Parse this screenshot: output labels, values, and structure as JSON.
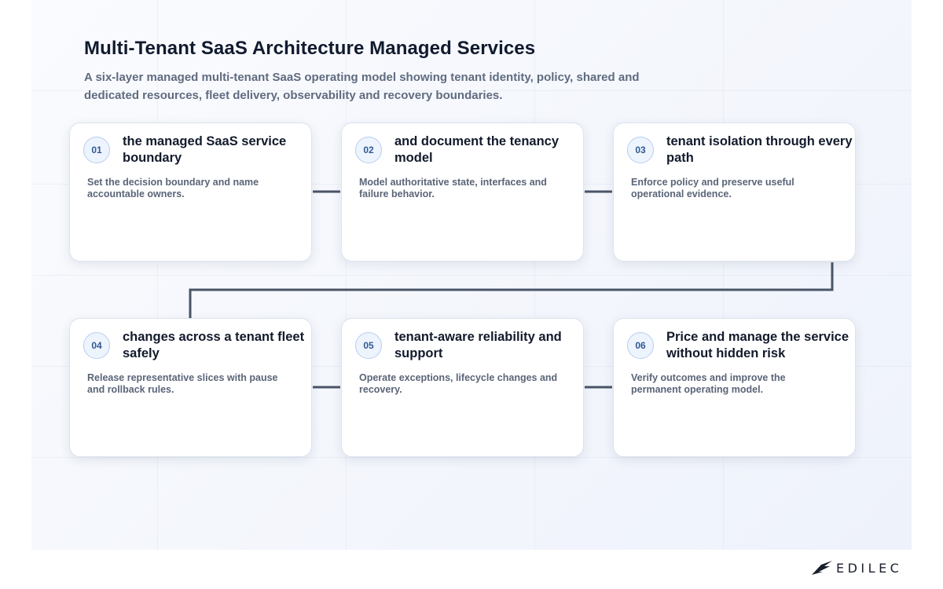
{
  "header": {
    "title": "Multi-Tenant SaaS Architecture Managed Services",
    "subtitle": "A six-layer managed multi-tenant SaaS operating model showing tenant identity, policy, shared and dedicated resources, fleet delivery, observability and recovery boundaries."
  },
  "steps": [
    {
      "number": "01",
      "title": "the managed SaaS service boundary",
      "description": "Set the decision boundary and name accountable owners."
    },
    {
      "number": "02",
      "title": "and document the tenancy model",
      "description": "Model authoritative state, interfaces and failure behavior."
    },
    {
      "number": "03",
      "title": "tenant isolation through every path",
      "description": "Enforce policy and preserve useful operational evidence."
    },
    {
      "number": "04",
      "title": "changes across a tenant fleet safely",
      "description": "Release representative slices with pause and rollback rules."
    },
    {
      "number": "05",
      "title": "tenant-aware reliability and support",
      "description": "Operate exceptions, lifecycle changes and recovery."
    },
    {
      "number": "06",
      "title": "Price and manage the service without hidden risk",
      "description": "Verify outcomes and improve the permanent operating model."
    }
  ],
  "brand": {
    "logo_text": "EDILEC"
  },
  "colors": {
    "connector": "#4a5568",
    "badge_text": "#2f5b92",
    "badge_border": "#b6cdef"
  }
}
